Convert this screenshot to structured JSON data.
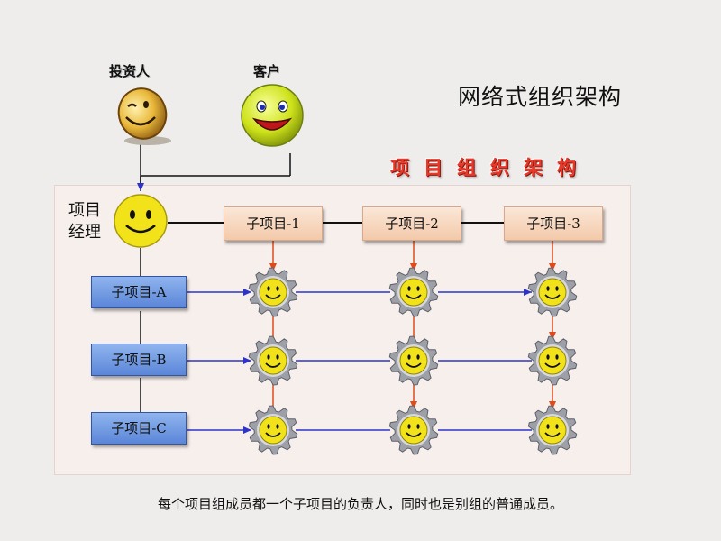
{
  "title": "网络式组织架构",
  "banner": "项目组织架构",
  "investor_label": "投资人",
  "customer_label": "客户",
  "pm_label": "项目经理",
  "top_subprojects": [
    "子项目-1",
    "子项目-2",
    "子项目-3"
  ],
  "left_subprojects": [
    "子项目-A",
    "子项目-B",
    "子项目-C"
  ],
  "caption": "每个项目组成员都一个子项目的负责人，同时也是别组的普通成员。",
  "colors": {
    "banner": "#e8392a",
    "horizontal_arrow": "#2d33c8",
    "vertical_arrow": "#e04a1a",
    "panel": "#f6efec",
    "smiley": "#f2e21a"
  }
}
